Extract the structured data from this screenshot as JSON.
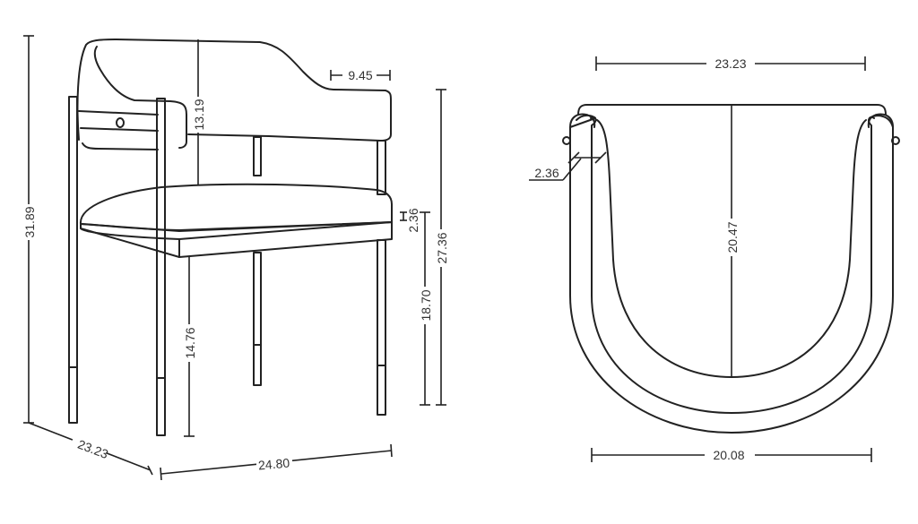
{
  "side_view": {
    "total_height": "31.89",
    "backrest_height": "13.19",
    "arm_width": "9.45",
    "seat_thickness": "2.36",
    "seat_height": "18.70",
    "arm_height": "27.36",
    "under_seat_height": "14.76",
    "depth": "23.23",
    "width": "24.80"
  },
  "top_view": {
    "overall_width": "23.23",
    "back_thickness": "2.36",
    "depth": "20.47",
    "base_width": "20.08"
  },
  "colors": {
    "line": "#222222",
    "background": "#ffffff"
  }
}
